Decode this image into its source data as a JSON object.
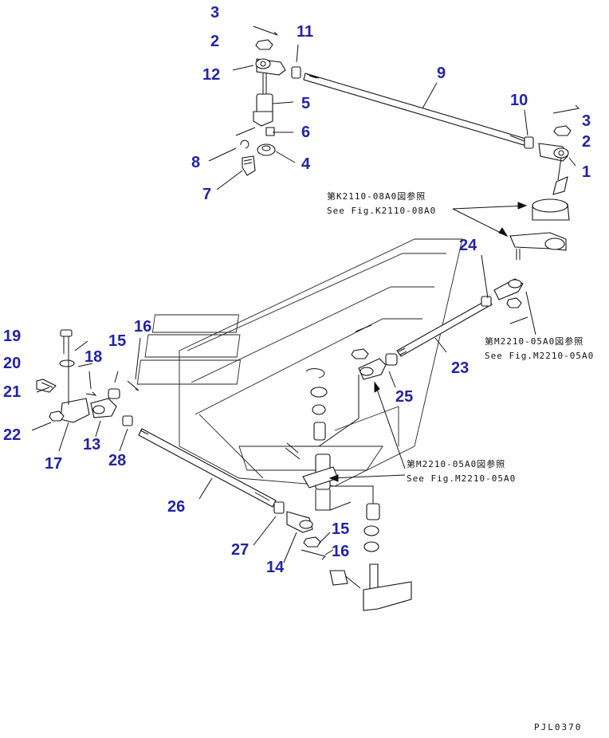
{
  "diagram": {
    "callouts": [
      {
        "id": "c3a",
        "text": "3"
      },
      {
        "id": "c2a",
        "text": "2"
      },
      {
        "id": "c11",
        "text": "11"
      },
      {
        "id": "c12",
        "text": "12"
      },
      {
        "id": "c9",
        "text": "9"
      },
      {
        "id": "c5",
        "text": "5"
      },
      {
        "id": "c10",
        "text": "10"
      },
      {
        "id": "c3b",
        "text": "3"
      },
      {
        "id": "c2b",
        "text": "2"
      },
      {
        "id": "c6",
        "text": "6"
      },
      {
        "id": "c1",
        "text": "1"
      },
      {
        "id": "c8",
        "text": "8"
      },
      {
        "id": "c4",
        "text": "4"
      },
      {
        "id": "c7",
        "text": "7"
      },
      {
        "id": "c24",
        "text": "24"
      },
      {
        "id": "c19",
        "text": "19"
      },
      {
        "id": "c16a",
        "text": "16"
      },
      {
        "id": "c15a",
        "text": "15"
      },
      {
        "id": "c18",
        "text": "18"
      },
      {
        "id": "c20",
        "text": "20"
      },
      {
        "id": "c21",
        "text": "21"
      },
      {
        "id": "c23",
        "text": "23"
      },
      {
        "id": "c25",
        "text": "25"
      },
      {
        "id": "c22",
        "text": "22"
      },
      {
        "id": "c17",
        "text": "17"
      },
      {
        "id": "c13",
        "text": "13"
      },
      {
        "id": "c28",
        "text": "28"
      },
      {
        "id": "c26",
        "text": "26"
      },
      {
        "id": "c15b",
        "text": "15"
      },
      {
        "id": "c27",
        "text": "27"
      },
      {
        "id": "c16b",
        "text": "16"
      },
      {
        "id": "c14",
        "text": "14"
      }
    ],
    "references": {
      "ref_k2110_jp": "第K2110-08A0図参照",
      "ref_k2110_en": "See Fig.K2110-08A0",
      "ref_m2210_upper_jp": "第M2210-05A0図参照",
      "ref_m2210_upper_en": "See Fig.M2210-05A0",
      "ref_m2210_lower_jp": "第M2210-05A0図参照",
      "ref_m2210_lower_en": "See Fig.M2210-05A0"
    },
    "drawing_code": "PJL0370",
    "colors": {
      "callout": "#2222aa",
      "line": "#111111",
      "background": "#ffffff"
    }
  }
}
